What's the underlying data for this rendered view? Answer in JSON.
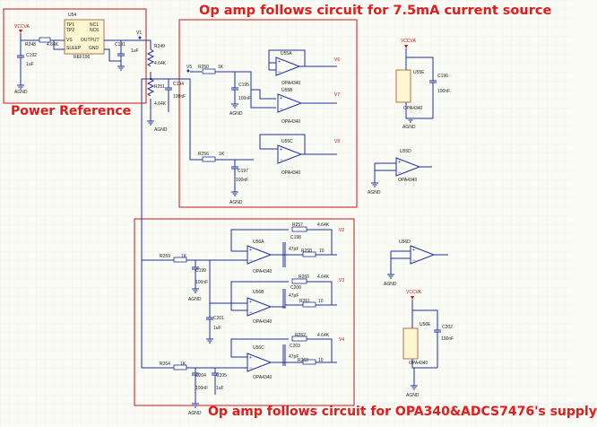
{
  "titles": {
    "top": "Op amp follows circuit for 7.5mA current source",
    "left": "Power Reference",
    "bottom": "Op amp follows circuit for OPA340&ADCS7476's supply"
  },
  "colors": {
    "title": "#e31b1b",
    "box": "#cc1414",
    "wire": "#1e2f9e",
    "bg": "#fbfbf6"
  },
  "ref": {
    "des": "U54",
    "part": "REF196",
    "pins": {
      "tp1": "TP1",
      "tp2": "TP2",
      "nc1": "NC1",
      "nc6": "NC6",
      "vs": "VS",
      "output": "OUTPUT",
      "sleep": "SLEEP",
      "gnd": "GND"
    },
    "vcc": "VCCVA",
    "r248": "R248",
    "r248v": "4.64K",
    "c192": "C192",
    "c192v": "1uF",
    "c191": "C191",
    "c191v": "1uF",
    "node": "V1",
    "gnd": "AGND"
  },
  "divider": {
    "r249": "R249",
    "r249v": "4.64K",
    "r251": "R251",
    "r251v": "4.64K",
    "c194": "C194",
    "c194v": "100nF",
    "gnd": "AGND"
  },
  "top_circuit": {
    "node": "V5",
    "r250": "R250",
    "r250v": "1K",
    "c195": "C195",
    "c195v": "100nF",
    "u55a": "U55A",
    "u55b": "U55B",
    "u55c": "U55C",
    "part": "OPA4340",
    "r256": "R256",
    "r256v": "1K",
    "c197": "C197",
    "c197v": "100nF",
    "out1": "V6",
    "out2": "V7",
    "out3": "V8",
    "gnd": "AGND"
  },
  "right_top": {
    "vcc": "VCCVA",
    "u55e": "U55E",
    "c196": "C196",
    "c196v": "100nF",
    "part": "OPA4340",
    "gnd": "AGND",
    "u55d": "U55D",
    "part_d": "OPA4340"
  },
  "bottom_circuit": {
    "r259": "R259",
    "r259v": "1K",
    "c199": "C199",
    "c199v": "100nF",
    "u56a": "U56A",
    "u56b": "U56B",
    "u56c": "U56C",
    "part": "OPA4340",
    "r257": "R257",
    "r257v": "4.64K",
    "c198": "C198",
    "c198v": "47pF",
    "r258": "R258",
    "r258v": "10",
    "r260": "R260",
    "r260v": "4.64K",
    "c200": "C200",
    "c200v": "47pF",
    "r261": "R261",
    "r261v": "10",
    "r262": "R262",
    "r262v": "4.64K",
    "c203": "C203",
    "c203v": "47pF",
    "r263": "R263",
    "r263v": "10",
    "c201": "C201",
    "c201v": "1uF",
    "r264": "R264",
    "r264v": "1K",
    "c204": "C204",
    "c204v": "100nF",
    "c205": "C205",
    "c205v": "1uF",
    "out1": "V2",
    "out2": "V3",
    "out3": "V4",
    "gnd": "AGND"
  },
  "right_bottom": {
    "u56d": "U56D",
    "vcc": "VCCVA",
    "u56e": "U56E",
    "c202": "C202",
    "c202v": "100nF",
    "part": "OPA4340",
    "gnd": "AGND"
  }
}
